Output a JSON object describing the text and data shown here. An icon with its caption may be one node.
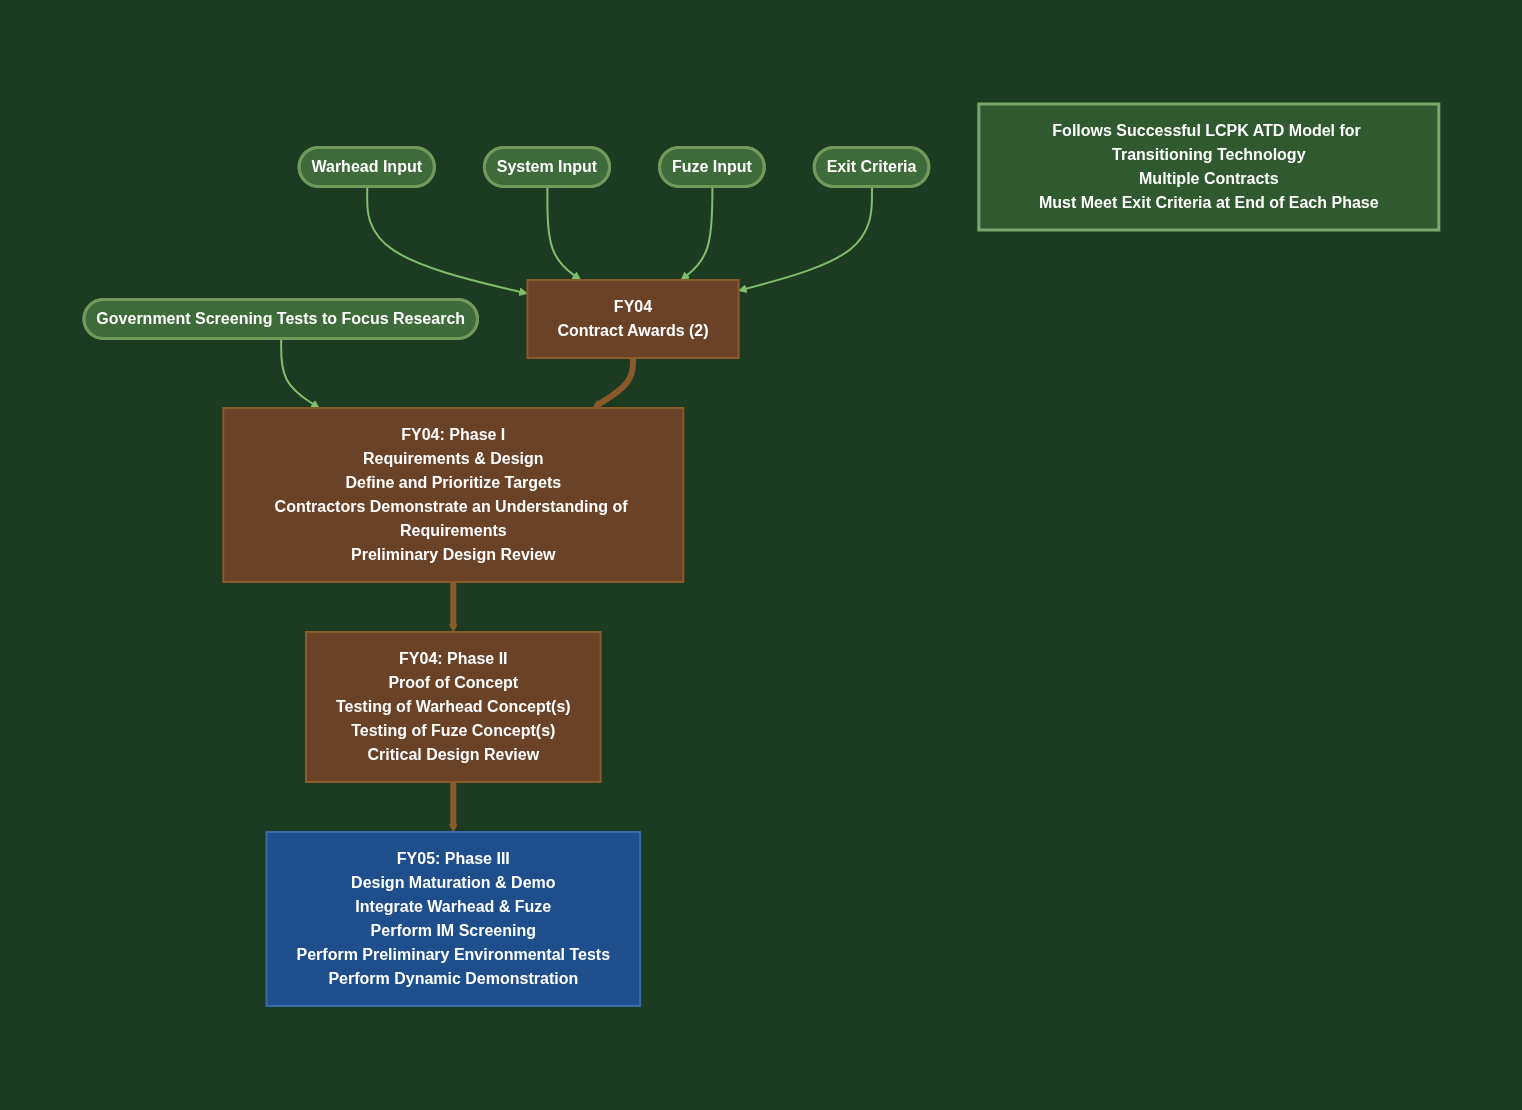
{
  "diagram": {
    "nodes": [
      {
        "text": [
          "Warhead Input"
        ]
      },
      {
        "text": [
          "System Input"
        ]
      },
      {
        "text": [
          "Fuze Input"
        ]
      },
      {
        "text": [
          "Exit Criteria"
        ]
      },
      {
        "text": [
          "Government Screening Tests to Focus Research"
        ]
      },
      {
        "text": [
          "FY04",
          "Contract Awards (2)"
        ]
      },
      {
        "text": [
          "FY04: Phase I",
          "Requirements & Design",
          "Define and Prioritize Targets",
          "Contractors Demonstrate an Understanding of Requirements",
          "Preliminary Design Review"
        ]
      },
      {
        "text": [
          "FY04: Phase II",
          "Proof of Concept",
          "Testing of Warhead Concept(s)",
          "Testing of Fuze Concept(s)",
          "Critical Design Review"
        ]
      },
      {
        "text": [
          "FY05: Phase III",
          "Design Maturation & Demo",
          "Integrate Warhead & Fuze",
          "Perform IM Screening",
          "Perform Preliminary Environmental Tests",
          "Perform Dynamic Demonstration"
        ]
      },
      {
        "text": [
          "Follows Successful LCPK ATD Model for Transitioning Technology",
          "Multiple Contracts",
          "Must Meet Exit Criteria at End of Each Phase"
        ]
      }
    ],
    "edges": [
      {
        "from": 0,
        "to": 5,
        "arrow": "to"
      },
      {
        "from": 1,
        "to": 5,
        "arrow": "to"
      },
      {
        "from": 2,
        "to": 5,
        "arrow": "to"
      },
      {
        "from": 3,
        "to": 5,
        "arrow": "to"
      },
      {
        "from": 4,
        "to": 6,
        "arrow": "to"
      },
      {
        "from": 5,
        "to": 6,
        "arrow": "to",
        "style": "thick",
        "color": "#8b5a2b"
      },
      {
        "from": 6,
        "to": 7,
        "arrow": "to",
        "style": "thick",
        "color": "#8b5a2b"
      },
      {
        "from": 7,
        "to": 8,
        "arrow": "to",
        "style": "thick",
        "color": "#8b5a2b"
      }
    ]
  }
}
